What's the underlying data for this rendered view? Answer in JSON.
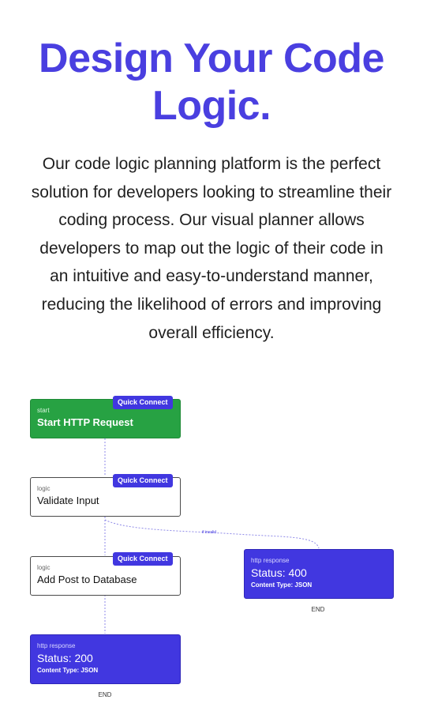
{
  "hero": {
    "title": "Design Your Code Logic.",
    "description": "Our code logic planning platform is the perfect solution for developers looking to streamline their coding process. Our visual planner allows developers to map out the logic of their code in an intuitive and easy-to-understand manner, reducing the likelihood of errors and improving overall efficiency."
  },
  "colors": {
    "accent": "#4a3fe0",
    "node_blue": "#4137e0",
    "node_green": "#27a243",
    "connector": "#8f8ae8"
  },
  "flow": {
    "quick_connect_label": "Quick Connect",
    "edge_label": "if invalid",
    "nodes": {
      "start": {
        "kind": "start",
        "title": "Start HTTP Request"
      },
      "validate": {
        "kind": "logic",
        "title": "Validate Input"
      },
      "add_post": {
        "kind": "logic",
        "title": "Add Post to Database"
      },
      "resp_400": {
        "kind": "http response",
        "title": "Status: 400",
        "sub": "Content Type: JSON",
        "end": "END"
      },
      "resp_200": {
        "kind": "http response",
        "title": "Status: 200",
        "sub": "Content Type: JSON",
        "end": "END"
      }
    }
  }
}
